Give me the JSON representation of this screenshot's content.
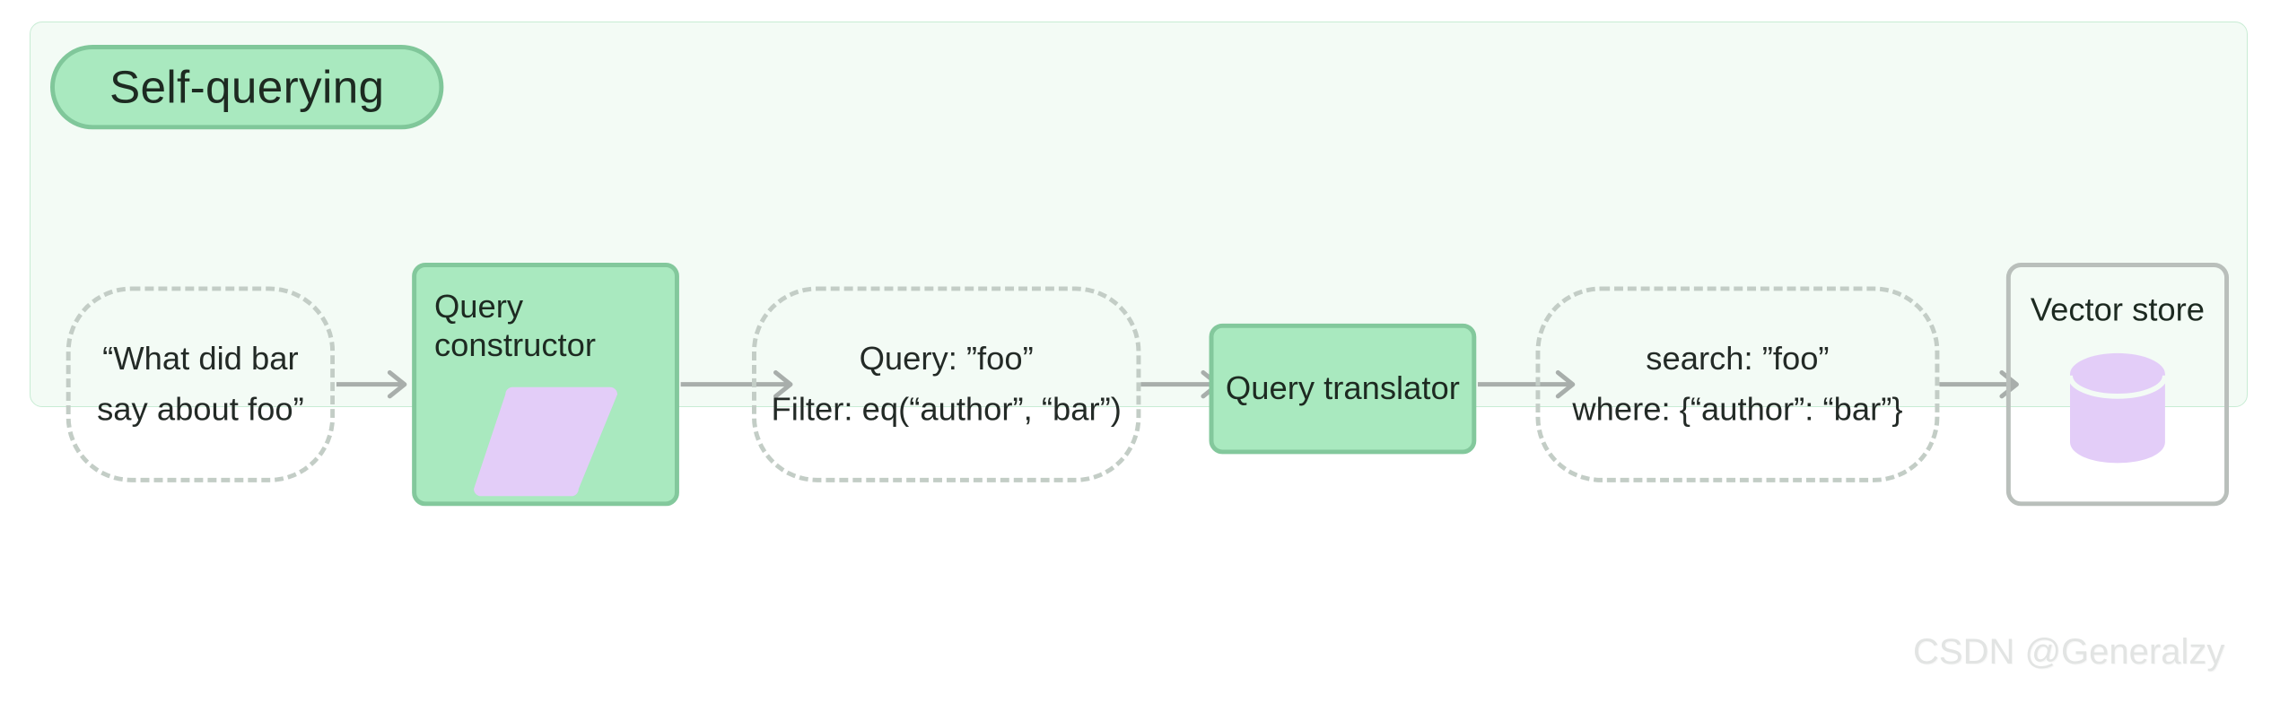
{
  "panel": {
    "title_badge": "Self-querying",
    "accent_green_fill": "#a9e9bf",
    "accent_green_border": "#83c89c",
    "panel_bg": "#f3fbf5",
    "panel_border": "#c8ecd4",
    "dashed_border": "#c3cdc6",
    "store_border": "#b9bfbb",
    "purple_icon": "#e3cdf8",
    "arrow_color": "#a8aeab",
    "text_color": "#232a26"
  },
  "flow": {
    "nodes": [
      {
        "id": "user-question",
        "kind": "dashed",
        "text": "“What did bar\nsay about foo”"
      },
      {
        "id": "query-constructor",
        "kind": "green",
        "title": "Query constructor",
        "icon": "parallelogram-icon"
      },
      {
        "id": "structured-query",
        "kind": "dashed",
        "text": "Query: ”foo”\nFilter: eq(“author”, “bar”)"
      },
      {
        "id": "query-translator",
        "kind": "green",
        "title": "Query translator"
      },
      {
        "id": "translated-query",
        "kind": "dashed",
        "text": "search: ”foo”\nwhere: {“author”: “bar”}"
      },
      {
        "id": "vector-store",
        "kind": "store",
        "title": "Vector store",
        "icon": "database-cylinder-icon"
      }
    ],
    "arrows": [
      {
        "from": "user-question",
        "to": "query-constructor"
      },
      {
        "from": "query-constructor",
        "to": "structured-query"
      },
      {
        "from": "structured-query",
        "to": "query-translator"
      },
      {
        "from": "query-translator",
        "to": "translated-query"
      },
      {
        "from": "translated-query",
        "to": "vector-store"
      }
    ]
  },
  "watermark": "CSDN @Generalzy"
}
